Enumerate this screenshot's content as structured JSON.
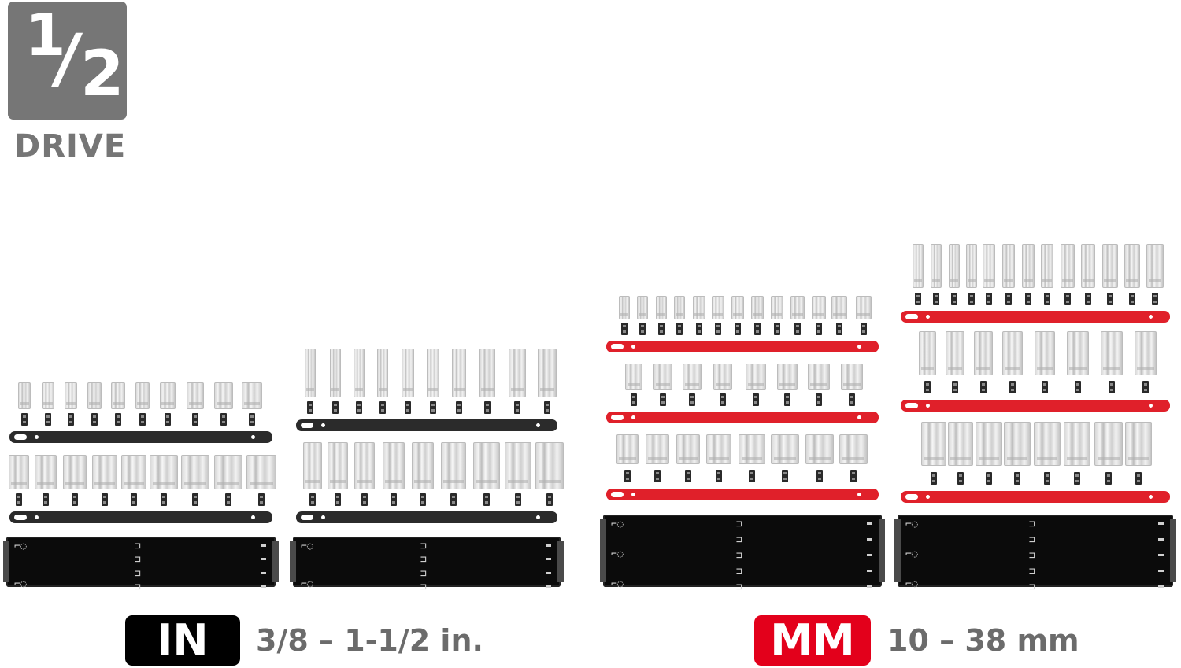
{
  "drive_badge": {
    "numerator": "1",
    "slash": "/",
    "denominator": "2",
    "label": "DRIVE",
    "color": "#767676"
  },
  "legend": {
    "inch": {
      "badge": "IN",
      "range": "3/8 – 1-1/2 in.",
      "badge_color": "#000000"
    },
    "metric": {
      "badge": "MM",
      "range": "10 – 38 mm",
      "badge_color": "#e3001b"
    }
  },
  "sets": [
    {
      "name": "inch-standard",
      "unit": "IN",
      "rail_color": "#2b2b2b",
      "rows": [
        {
          "type": "standard-small",
          "socket_count": 10
        },
        {
          "type": "standard-large",
          "socket_count": 9
        }
      ]
    },
    {
      "name": "inch-deep",
      "unit": "IN",
      "rail_color": "#2b2b2b",
      "rows": [
        {
          "type": "deep-small",
          "socket_count": 10
        },
        {
          "type": "deep-large",
          "socket_count": 9
        }
      ]
    },
    {
      "name": "metric-standard",
      "unit": "MM",
      "rail_color": "#e0202a",
      "rows": [
        {
          "type": "standard-small",
          "socket_count": 13
        },
        {
          "type": "standard-medium",
          "socket_count": 8
        },
        {
          "type": "standard-large",
          "socket_count": 8
        }
      ]
    },
    {
      "name": "metric-deep",
      "unit": "MM",
      "rail_color": "#e0202a",
      "rows": [
        {
          "type": "deep-small",
          "socket_count": 13
        },
        {
          "type": "deep-medium",
          "socket_count": 8
        },
        {
          "type": "deep-large",
          "socket_count": 8
        }
      ]
    }
  ]
}
